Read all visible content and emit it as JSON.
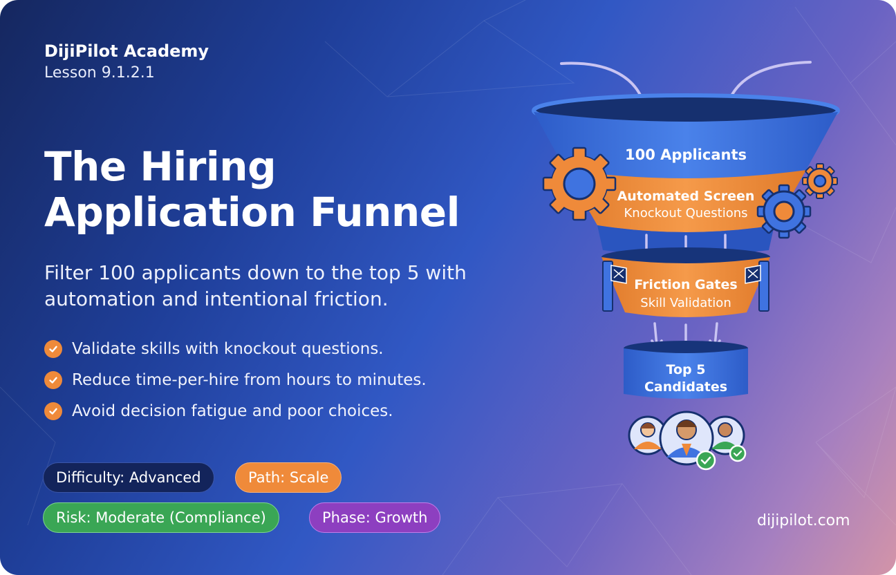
{
  "header": {
    "brand": "DijiPilot Academy",
    "lesson": "Lesson 9.1.2.1"
  },
  "hero": {
    "title": "The Hiring Application Funnel",
    "subtitle": "Filter 100 applicants down to the top 5 with automation and intentional friction."
  },
  "bullets": [
    "Validate skills with knockout questions.",
    "Reduce time-per-hire from hours to minutes.",
    "Avoid decision fatigue and poor choices."
  ],
  "tags": {
    "difficulty": "Difficulty: Advanced",
    "path": "Path: Scale",
    "risk": "Risk: Moderate (Compliance)",
    "phase": "Phase: Growth"
  },
  "funnel": {
    "stage1": {
      "title": "100 Applicants"
    },
    "stage2": {
      "title": "Automated Screen",
      "subtitle": "Knockout Questions"
    },
    "stage3": {
      "title": "Friction Gates",
      "subtitle": "Skill Validation"
    },
    "stage4": {
      "line1": "Top 5",
      "line2": "Candidates"
    }
  },
  "footer": {
    "site": "dijipilot.com"
  },
  "colors": {
    "navy": "#13245b",
    "orange": "#ef8a3a",
    "green": "#3aa655",
    "purple": "#8d3fc0",
    "funnel_blue": "#3f73e0",
    "lavender_arrow": "#c9c4f2"
  },
  "icons": [
    "check-icon",
    "gear-icon",
    "gate-icon",
    "arrow-down-icon",
    "avatar-icon",
    "checkmark-badge-icon"
  ]
}
